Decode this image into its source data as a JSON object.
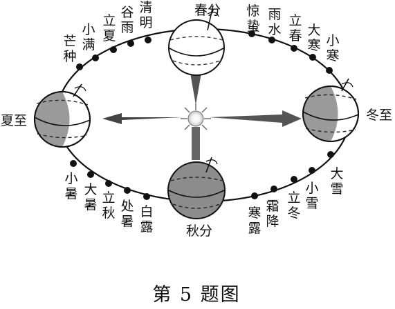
{
  "terms": {
    "chunfen": "春分",
    "jingzhe": "惊蛰",
    "yushui": "雨水",
    "lichun": "立春",
    "dahan": "大寒",
    "xiaohan": "小寒",
    "dongzhi": "冬至",
    "daxue": "大雪",
    "xiaoxue": "小雪",
    "lidong": "立冬",
    "shuangjiang": "霜降",
    "hanlu": "寒露",
    "qiufen": "秋分",
    "bailu": "白露",
    "chushu": "处暑",
    "liqiu": "立秋",
    "dashu": "大暑",
    "xiaoshu": "小暑",
    "xiazhi": "夏至",
    "mangzhong": "芒种",
    "xiaoman": "小满",
    "lixia": "立夏",
    "guyu": "谷雨",
    "qingming": "清明"
  },
  "caption": "第 5 题图"
}
